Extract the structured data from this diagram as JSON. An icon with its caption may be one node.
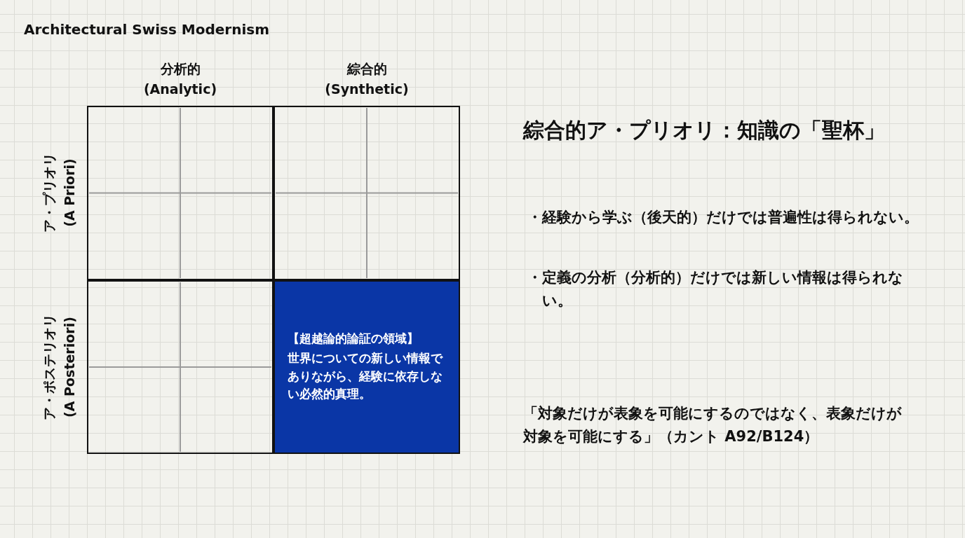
{
  "diagram": {
    "title": "Architectural Swiss Modernism",
    "nodes": [
      {
        "text": [],
        "shape": "box"
      },
      {
        "text": [],
        "shape": "box"
      },
      {
        "text": [],
        "shape": "box"
      },
      {
        "text": [
          "【超越論的論証の領域】",
          "世界についての新しい情報でありながら、経験に依存しない必然的真理。"
        ]
      }
    ],
    "edges": [],
    "labels": [
      "分析的 (Analytic)",
      "綜合的 (Synthetic)",
      "綜合的ア・プリオリ：知識の「聖杯」",
      "ア・プリオリ (A Priori)",
      "・経験から学ぶ（後天的）だけでは普遍性は得られない。",
      "・定義の分析（分析的）だけでは新しい情報は得られない。",
      "ア・ポステリオリ (A Posteriori)",
      "「対象だけが表象を可能にするのではなく、表象だけが対象を可能にする」（カント A92/B124）"
    ]
  }
}
